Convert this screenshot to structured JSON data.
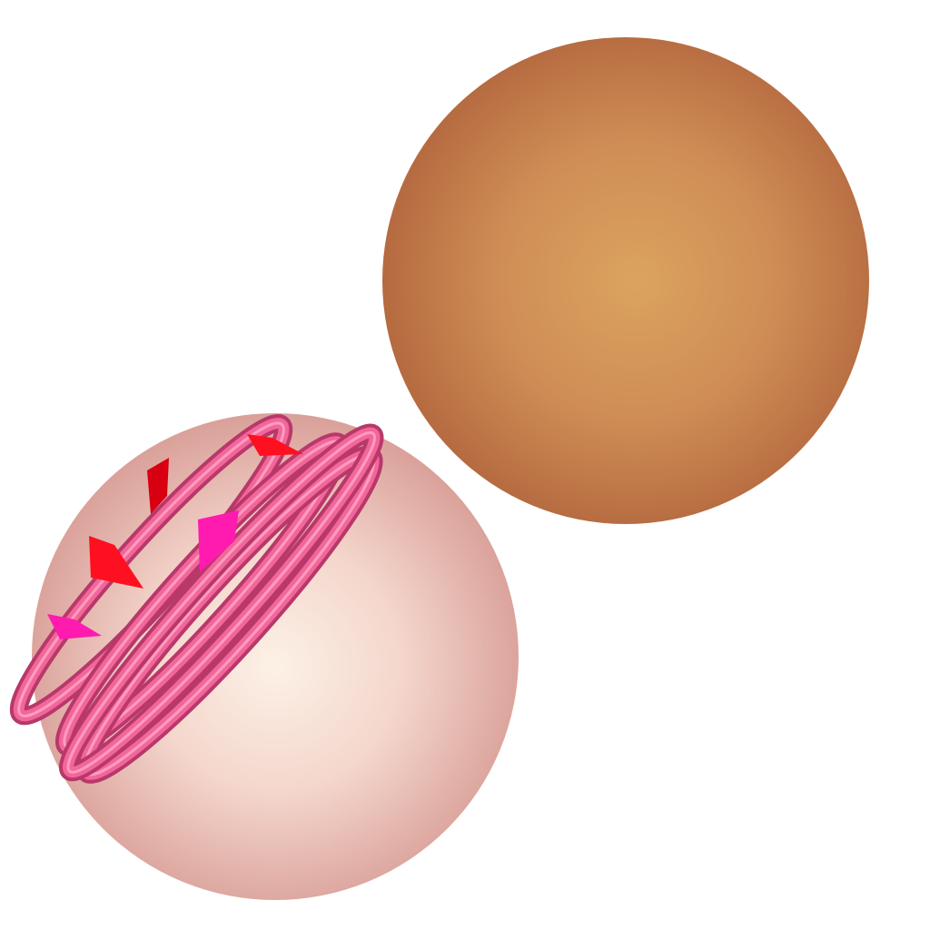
{
  "scene": {
    "background_color": "#ffffff",
    "objects": [
      {
        "kind": "sphere",
        "name": "orange-sphere",
        "color_center": "#dba35f",
        "color_edge": "#b56a40"
      },
      {
        "kind": "sphere",
        "name": "pink-sphere",
        "color_center": "#fcf1e6",
        "color_edge": "#d9a099"
      },
      {
        "kind": "coil",
        "name": "pink-coil",
        "color": "#e8588a",
        "highlight": "#ff88b0"
      },
      {
        "kind": "shard-group",
        "name": "confetti-shards",
        "colors": [
          "#ff1020",
          "#ff1ab0",
          "#d80010"
        ]
      }
    ]
  }
}
